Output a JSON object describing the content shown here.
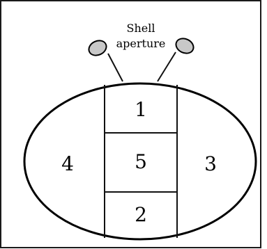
{
  "diagram": {
    "caption": {
      "line1": "Shell",
      "line2": "aperture"
    },
    "regions": {
      "top": "1",
      "middle": "5",
      "bottom": "2",
      "left": "4",
      "right": "3"
    },
    "colors": {
      "knob_fill": "#c8c8c8",
      "stroke": "#000000",
      "background": "#ffffff"
    }
  }
}
